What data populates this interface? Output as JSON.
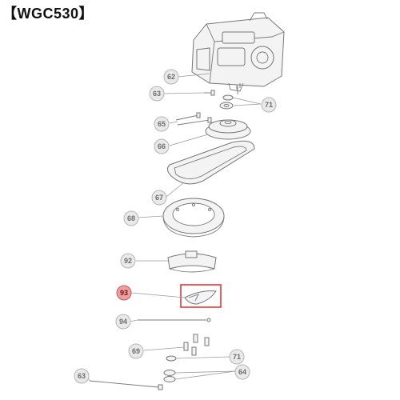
{
  "title": "【WGC530】",
  "callouts": {
    "c62": "62",
    "c63a": "63",
    "c71a": "71",
    "c65": "65",
    "c66": "66",
    "c67": "67",
    "c68": "68",
    "c92": "92",
    "c93": "93",
    "c94": "94",
    "c69": "69",
    "c71b": "71",
    "c64": "64",
    "c63b": "63"
  },
  "highlighted_part": "93",
  "colors": {
    "highlight_box": "#e23a3a",
    "highlight_callout_fill": "#e8a0a0",
    "callout_fill": "#e9e9e9",
    "line": "#777777"
  }
}
